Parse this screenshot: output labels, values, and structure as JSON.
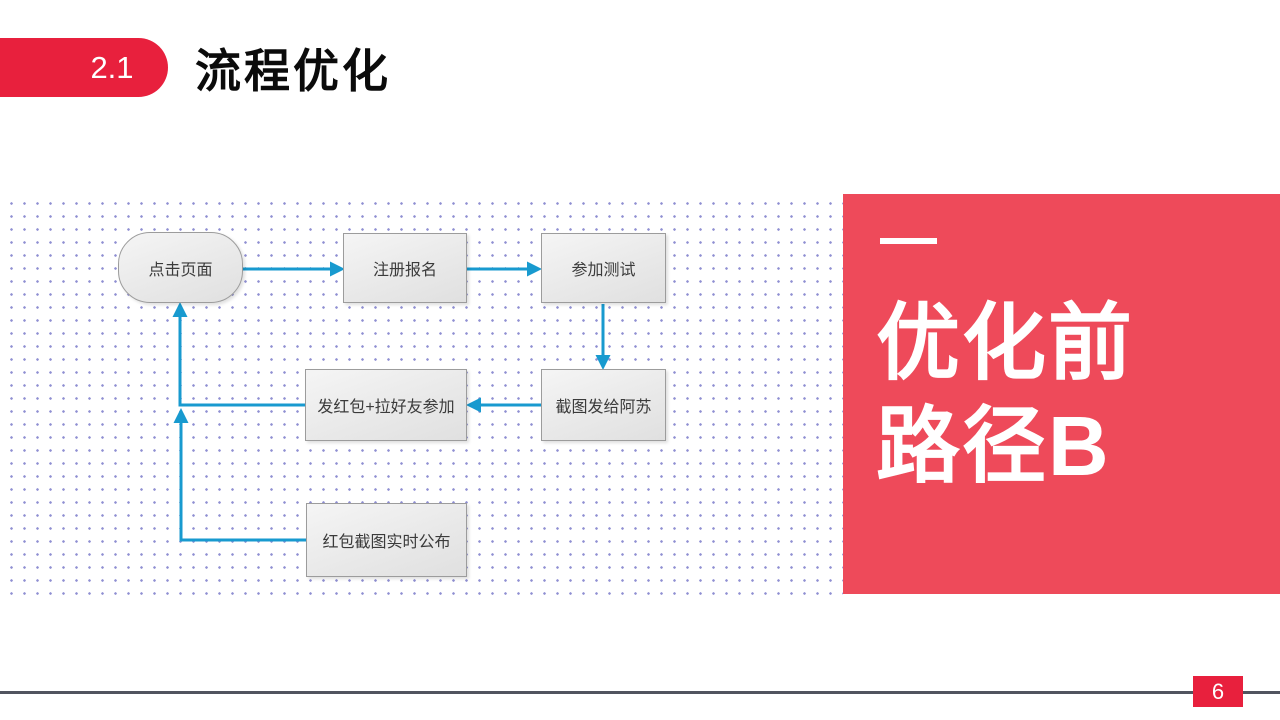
{
  "header": {
    "section_number": "2.1",
    "title": "流程优化"
  },
  "flowchart": {
    "nodes": [
      {
        "label": "点击页面",
        "shape": "stadium"
      },
      {
        "label": "注册报名",
        "shape": "rect"
      },
      {
        "label": "参加测试",
        "shape": "rect"
      },
      {
        "label": "发红包+拉好友参加",
        "shape": "rect"
      },
      {
        "label": "截图发给阿苏",
        "shape": "rect"
      },
      {
        "label": "红包截图实时公布",
        "shape": "rect"
      }
    ],
    "edges": [
      {
        "from": "点击页面",
        "to": "注册报名",
        "direction": "right"
      },
      {
        "from": "注册报名",
        "to": "参加测试",
        "direction": "right"
      },
      {
        "from": "参加测试",
        "to": "截图发给阿苏",
        "direction": "down"
      },
      {
        "from": "截图发给阿苏",
        "to": "发红包+拉好友参加",
        "direction": "left"
      },
      {
        "from": "发红包+拉好友参加",
        "to": "点击页面",
        "direction": "left-then-up"
      },
      {
        "from": "红包截图实时公布",
        "to": "返回点击页面的连接线",
        "direction": "left-then-up"
      }
    ]
  },
  "side_panel": {
    "line1": "优化前",
    "line2": "路径B"
  },
  "footer": {
    "page_number": "6"
  },
  "colors": {
    "accent_red": "#e8203d",
    "panel_red": "#ee4a5a",
    "connector_blue": "#189acf",
    "node_border": "#9c9c9c",
    "footer_line": "#51545f",
    "dot_grid": "#8f8fd2"
  }
}
